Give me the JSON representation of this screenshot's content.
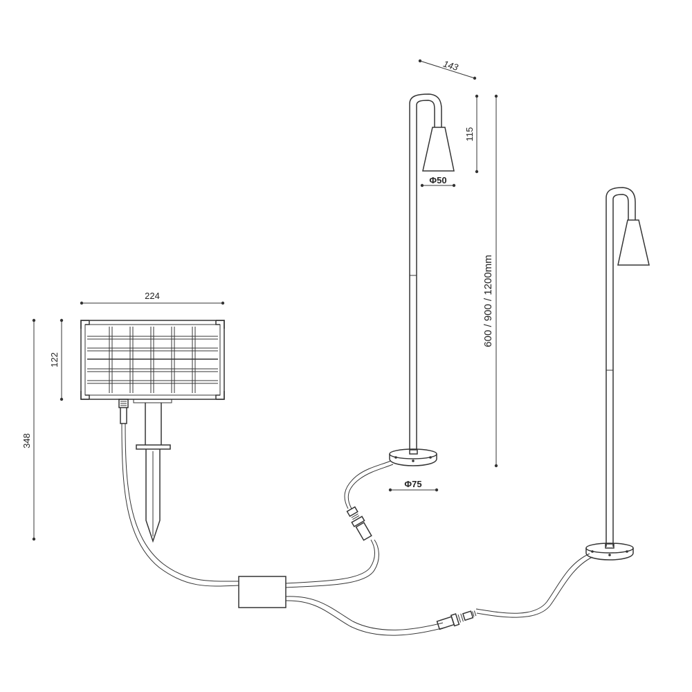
{
  "dimensions": {
    "panel_width": "224",
    "panel_height": "122",
    "total_height": "348",
    "head_offset": "143",
    "shade_height": "115",
    "shade_diameter": "Φ50",
    "base_diameter": "Φ75",
    "pole_heights": "600 / 900 / 1200mm"
  },
  "colors": {
    "stroke": "#333333",
    "background": "#ffffff"
  }
}
